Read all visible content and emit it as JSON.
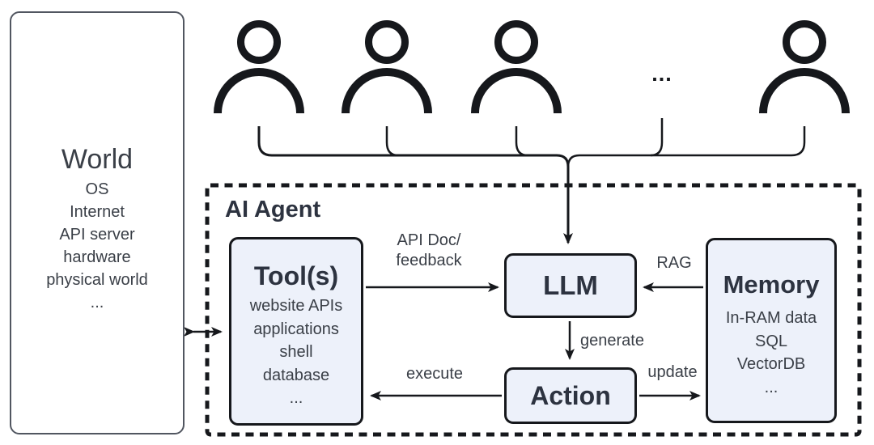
{
  "world": {
    "title": "World",
    "items": [
      "OS",
      "Internet",
      "API server",
      "hardware",
      "physical world",
      "..."
    ]
  },
  "users": {
    "ellipsis": "..."
  },
  "agent": {
    "label": "AI Agent",
    "nodes": {
      "tools": {
        "title": "Tool(s)",
        "items": [
          "website APIs",
          "applications",
          "shell",
          "database",
          "..."
        ]
      },
      "llm": {
        "title": "LLM"
      },
      "memory": {
        "title": "Memory",
        "items": [
          "In-RAM data",
          "SQL",
          "VectorDB",
          "..."
        ]
      },
      "action": {
        "title": "Action"
      }
    },
    "edges": {
      "api_doc_line1": "API Doc/",
      "api_doc_line2": "feedback",
      "rag": "RAG",
      "generate": "generate",
      "execute": "execute",
      "update": "update"
    }
  },
  "colors": {
    "node_fill": "#edf1fa",
    "node_border": "#16181c",
    "line": "#16181c",
    "title_text": "#2d3340",
    "body_text": "#3a3f47"
  }
}
